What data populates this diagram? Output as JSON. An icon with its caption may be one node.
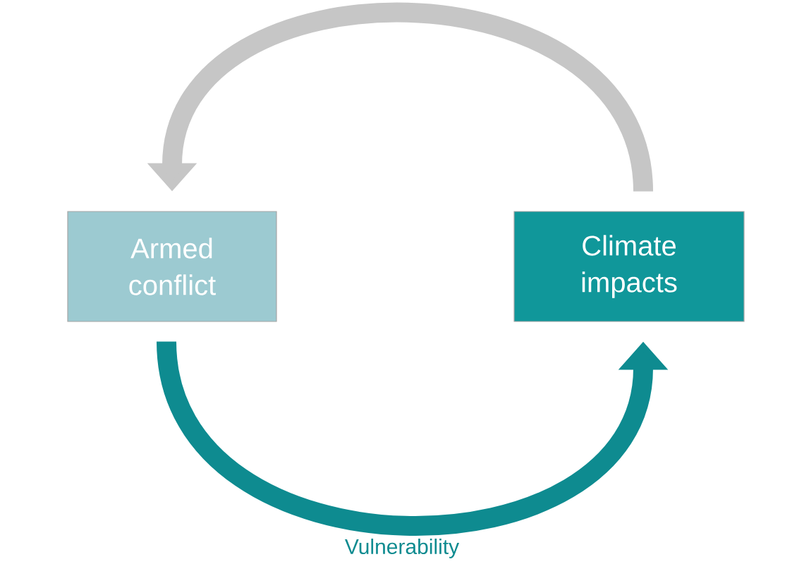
{
  "diagram": {
    "nodes": [
      {
        "text": [
          "Armed conflict"
        ]
      },
      {
        "text": [
          "Climate impacts"
        ]
      }
    ],
    "edges": [
      {
        "from": 1,
        "to": 0,
        "arrow": "to",
        "color": "#c6c6c6"
      },
      {
        "from": 0,
        "to": 1,
        "arrow": "to",
        "color": "#0e8b90",
        "label": "Vulnerability"
      }
    ]
  }
}
